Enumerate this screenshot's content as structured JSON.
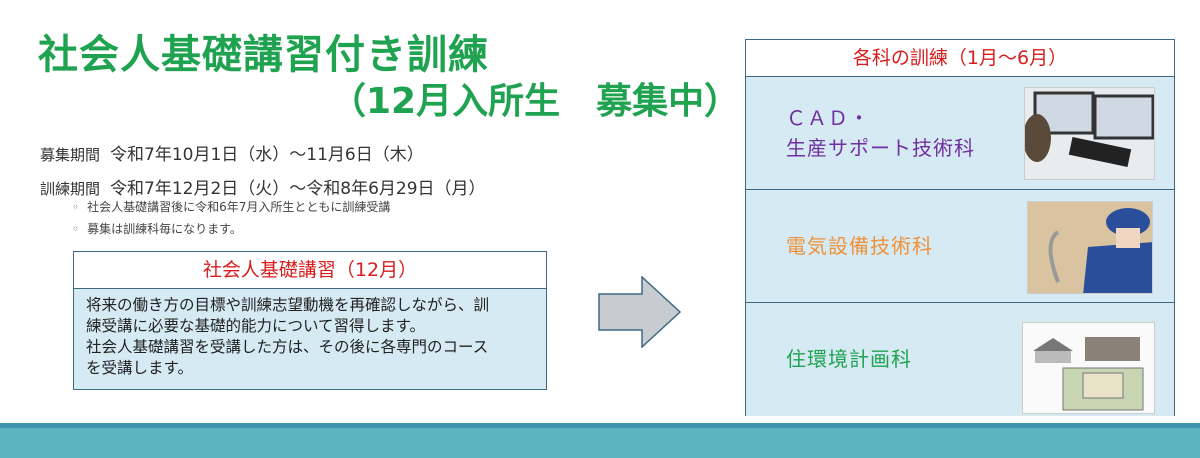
{
  "header": {
    "title": "社会人基礎講習付き訓練",
    "subtitle": "（12月入所生　募集中）"
  },
  "periods": [
    {
      "label": "募集期間",
      "value": "令和7年10月1日（水）～11月6日（木）"
    },
    {
      "label": "訓練期間",
      "value": "令和7年12月2日（火）～令和8年6月29日（月）"
    }
  ],
  "notes": [
    "社会人基礎講習後に令和6年7月入所生とともに訓練受講",
    "募集は訓練科毎になります。"
  ],
  "basic_course": {
    "title": "社会人基礎講習（12月）",
    "lines": [
      "将来の働き方の目標や訓練志望動機を再確認しながら、訓",
      "練受講に必要な基礎的能力について習得します。",
      "社会人基礎講習を受講した方は、その後に各専門のコース",
      "を受講します。"
    ]
  },
  "courses": {
    "title": "各科の訓練（1月～6月）",
    "items": [
      {
        "name_line1": "ＣＡＤ・",
        "name_line2": "生産サポート技術科",
        "color": "#7030a0"
      },
      {
        "name": "電気設備技術科",
        "color": "#f0913a"
      },
      {
        "name": "住環境計画科",
        "color": "#1fa350"
      }
    ]
  },
  "colors": {
    "accent_green": "#1fa350",
    "header_red": "#d81e1e",
    "panel_bg": "#d5eaf3",
    "band": "#5bb5c0"
  }
}
